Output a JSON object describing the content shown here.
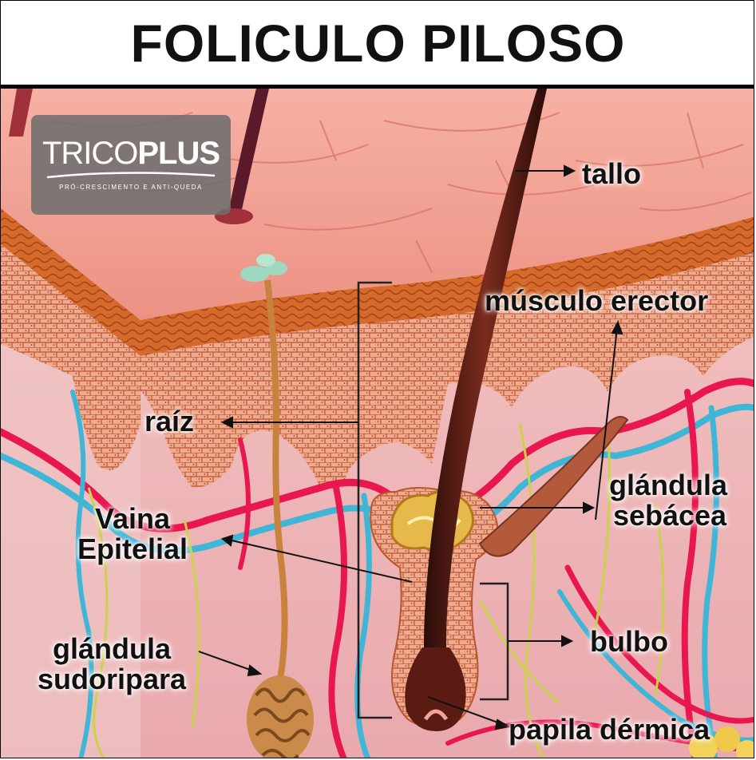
{
  "title": "FOLICULO PILOSO",
  "logo": {
    "brand_thin": "TRICO",
    "brand_bold": "PLUS",
    "tagline": "PRÓ-CRESCIMENTO E ANTI-QUEDA"
  },
  "labels": {
    "tallo": "tallo",
    "musculo_erector": "músculo erector",
    "raiz": "raíz",
    "glandula_sebacea_line1": "glándula",
    "glandula_sebacea_line2": "sebácea",
    "vaina_line1": "Vaina",
    "vaina_line2": "Epitelial",
    "bulbo": "bulbo",
    "glandula_sudoripara_line1": "glándula",
    "glandula_sudoripara_line2": "sudoripara",
    "papila_dermica": "papila dérmica"
  },
  "colors": {
    "skin_surface": "#f0a49a",
    "epidermis": "#d2691e",
    "dermis": "#f2c2c0",
    "artery": "#e8174f",
    "vein": "#3fb6d6",
    "nerve": "#c9d24a",
    "hair": "#4a1a12",
    "sebaceous": "#e7b94a"
  }
}
